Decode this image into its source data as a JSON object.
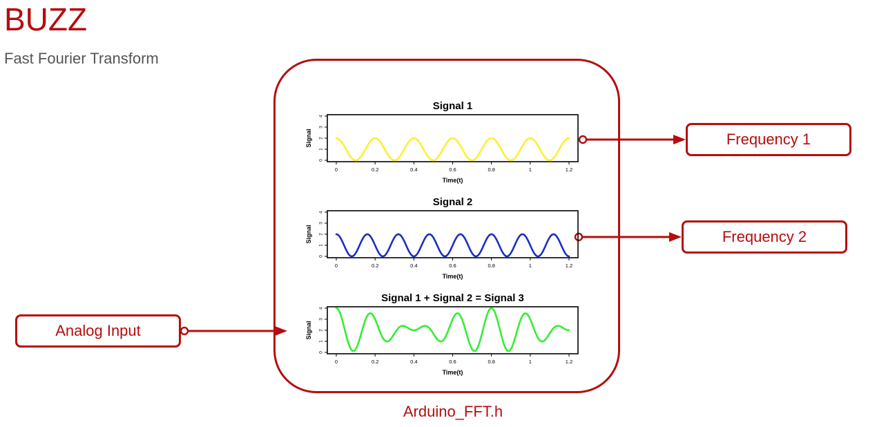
{
  "header": {
    "title": "BUZZ",
    "subtitle": "Fast Fourier Transform"
  },
  "module": {
    "label": "Arduino_FFT.h"
  },
  "outputs": {
    "frequency_1": "Frequency 1",
    "frequency_2": "Frequency 2"
  },
  "inputs": {
    "analog_input": "Analog Input"
  },
  "colors": {
    "accent": "#b50d0d",
    "subtitle": "#555555",
    "signal_1": "#ffee33",
    "signal_2": "#1a2fc0",
    "signal_3": "#33ee33"
  },
  "chart_data": [
    {
      "type": "line",
      "title": "Signal 1",
      "xlabel": "Time(t)",
      "ylabel": "Signal",
      "xlim": [
        0,
        1.2
      ],
      "ylim": [
        0,
        4
      ],
      "xticks": [
        "0",
        "0.2",
        "0.4",
        "0.6",
        "0.8",
        "1",
        "1.2"
      ],
      "yticks": [
        "0",
        "1",
        "2",
        "3",
        "4"
      ],
      "series": [
        {
          "color": "#ffee33",
          "formula": "1 + cos(2*pi*5*t)",
          "components": [
            {
              "amplitude": 1,
              "frequency": 5
            }
          ],
          "offset": 1
        }
      ]
    },
    {
      "type": "line",
      "title": "Signal 2",
      "xlabel": "Time(t)",
      "ylabel": "Signal",
      "xlim": [
        0,
        1.2
      ],
      "ylim": [
        0,
        4
      ],
      "xticks": [
        "0",
        "0.2",
        "0.4",
        "0.6",
        "0.8",
        "1",
        "1.2"
      ],
      "yticks": [
        "0",
        "1",
        "2",
        "3",
        "4"
      ],
      "series": [
        {
          "color": "#1a2fc0",
          "formula": "1 + cos(2*pi*6.25*t)",
          "components": [
            {
              "amplitude": 1,
              "frequency": 6.25
            }
          ],
          "offset": 1
        }
      ]
    },
    {
      "type": "line",
      "title": "Signal 1 + Signal 2 = Signal 3",
      "xlabel": "Time(t)",
      "ylabel": "Signal",
      "xlim": [
        0,
        1.2
      ],
      "ylim": [
        0,
        4
      ],
      "xticks": [
        "0",
        "0.2",
        "0.4",
        "0.6",
        "0.8",
        "1",
        "1.2"
      ],
      "yticks": [
        "0",
        "1",
        "2",
        "3",
        "4"
      ],
      "series": [
        {
          "color": "#33ee33",
          "formula": "2 + cos(2*pi*5*t) + cos(2*pi*6.25*t)",
          "components": [
            {
              "amplitude": 1,
              "frequency": 5
            },
            {
              "amplitude": 1,
              "frequency": 6.25
            }
          ],
          "offset": 2
        }
      ]
    }
  ]
}
